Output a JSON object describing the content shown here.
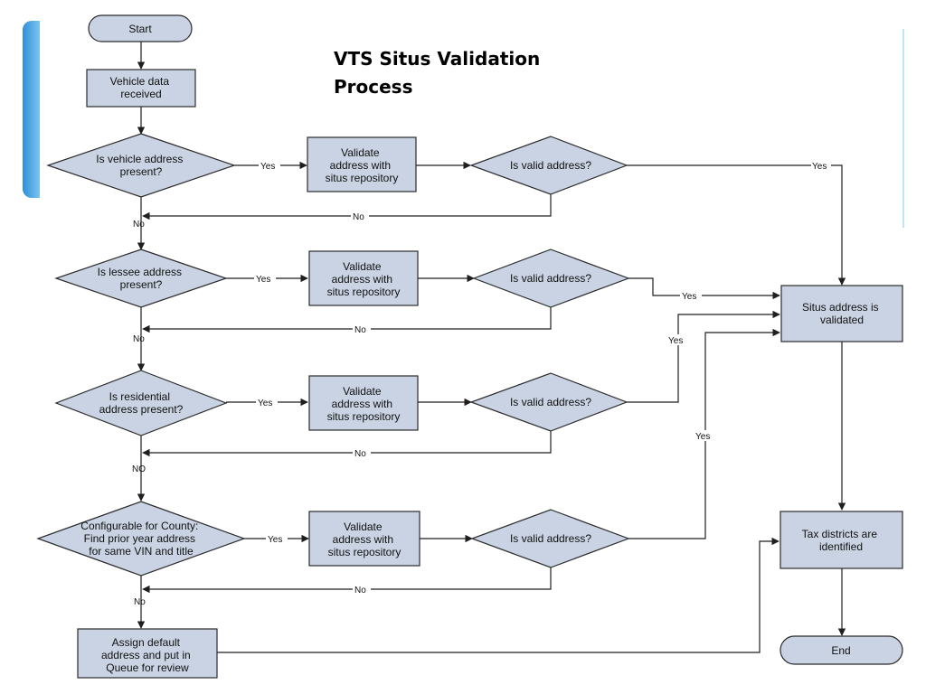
{
  "title_lines": [
    "VTS Situs Validation",
    "Process"
  ],
  "colors": {
    "shape_fill": "#c9d3e3",
    "accent": "#2f8fd6"
  },
  "nodes": {
    "start": "Start",
    "vehicle_data": [
      "Vehicle data",
      "received"
    ],
    "q_vehicle": [
      "Is vehicle address",
      "present?"
    ],
    "validate_1": [
      "Validate",
      "address with",
      "situs repository"
    ],
    "valid_1": [
      "Is valid address?"
    ],
    "q_lessee": [
      "Is lessee address",
      "present?"
    ],
    "validate_2": [
      "Validate",
      "address with",
      "situs repository"
    ],
    "valid_2": [
      "Is valid address?"
    ],
    "q_residential": [
      "Is residential",
      "address present?"
    ],
    "validate_3": [
      "Validate",
      "address with",
      "situs repository"
    ],
    "valid_3": [
      "Is valid address?"
    ],
    "q_prior": [
      "Configurable for County:",
      "Find prior year address",
      "for same VIN and title"
    ],
    "validate_4": [
      "Validate",
      "address with",
      "situs repository"
    ],
    "valid_4": [
      "Is valid address?"
    ],
    "assign_default": [
      "Assign default",
      "address and put in",
      "Queue for review"
    ],
    "situs_validated": [
      "Situs address is",
      "validated"
    ],
    "tax_districts": [
      "Tax districts are",
      "identified"
    ],
    "end": "End"
  },
  "edge_labels": {
    "e1_yes": "Yes",
    "e1_valid_yes": "Yes",
    "e1_valid_no": "No",
    "e1_no": "No",
    "e2_yes": "Yes",
    "e2_valid_yes": "Yes",
    "e2_valid_no": "No",
    "e2_no": "No",
    "e3_yes": "Yes",
    "e3_valid_yes": "Yes",
    "e3_valid_no": "No",
    "e3_no": "NO",
    "e4_yes": "Yes",
    "e4_valid_yes": "Yes",
    "e4_valid_no": "No",
    "e4_no": "No"
  }
}
